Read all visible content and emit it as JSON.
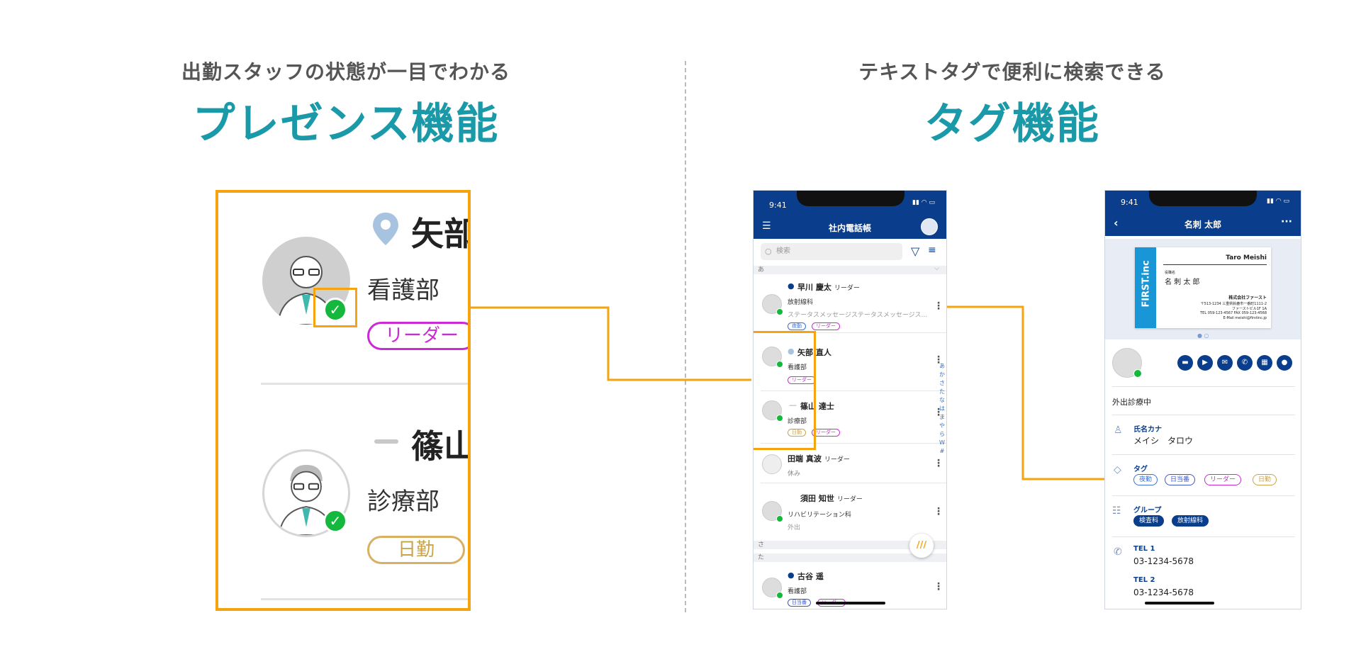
{
  "left": {
    "subtitle": "出勤スタッフの状態が一目でわかる",
    "title": "プレゼンス機能",
    "zoom": {
      "person1": {
        "name": "矢部",
        "dept": "看護部",
        "tag": "リーダー"
      },
      "person2": {
        "name": "篠山",
        "dept": "診療部",
        "tag": "日勤"
      }
    }
  },
  "right": {
    "subtitle": "テキストタグで便利に検索できる",
    "title": "タグ機能"
  },
  "colors": {
    "teal": "#1a9aa8",
    "orange": "#f5a40f",
    "navy": "#0a3d8c",
    "green": "#14b83c",
    "tag_night": "#3b6fd6",
    "tag_leader": "#cc2ad4",
    "tag_day": "#c9a44a",
    "tag_duty": "#3b58c9"
  },
  "phone1": {
    "time": "9:41",
    "title": "社内電話帳",
    "search_placeholder": "検索",
    "section_a": "あ",
    "section_sa": "さ",
    "section_ta": "た",
    "index": [
      "あ",
      "か",
      "さ",
      "た",
      "な",
      "は",
      "ま",
      "や",
      "ら",
      "W",
      "#"
    ],
    "rows": [
      {
        "name": "早川 慶太",
        "role": "リーダー",
        "dept": "放射線科",
        "status": "ステータスメッセージステータスメッセージス...",
        "tags": [
          "夜勤",
          "リーダー"
        ]
      },
      {
        "name": "矢部 直人",
        "role": "",
        "dept": "看護部",
        "status": "",
        "tags": [
          "リーダー"
        ]
      },
      {
        "name": "篠山 達士",
        "role": "",
        "dept": "診療部",
        "status": "",
        "tags": [
          "日勤",
          "リーダー"
        ]
      },
      {
        "name": "田端 真波",
        "role": "リーダー",
        "dept": "休み",
        "status": "",
        "tags": []
      },
      {
        "name": "須田 知世",
        "role": "リーダー",
        "dept": "リハビリテーション科",
        "status": "外出",
        "tags": []
      },
      {
        "name": "古谷 遥",
        "role": "",
        "dept": "看護部",
        "status": "",
        "tags": [
          "日当番",
          "リーダー"
        ]
      }
    ]
  },
  "phone2": {
    "time": "9:41",
    "title": "名刺 太郎",
    "card": {
      "brand": "FIRST.inc",
      "name_en": "Taro Meishi",
      "position": "役職名",
      "name_jp": "名 刺 太 郎",
      "company": "株式会社ファースト",
      "address1": "〒513-1234 三重県鈴鹿市一番町1111-2",
      "address2": "ファーストビル1F 1A",
      "tel": "TEL 059-123-4567 FAX 059-123-4568",
      "email": "E-Mail meishi@firstinc.jp"
    },
    "status": "外出診療中",
    "kana_label": "氏名カナ",
    "kana_value": "メイシ　タロウ",
    "tag_label": "タグ",
    "tags": [
      "夜勤",
      "日当番",
      "リーダー",
      "日勤"
    ],
    "group_label": "グループ",
    "groups": [
      "検査科",
      "放射線科"
    ],
    "tel1_label": "TEL 1",
    "tel1_value": "03-1234-5678",
    "tel2_label": "TEL 2",
    "tel2_value": "03-1234-5678"
  }
}
